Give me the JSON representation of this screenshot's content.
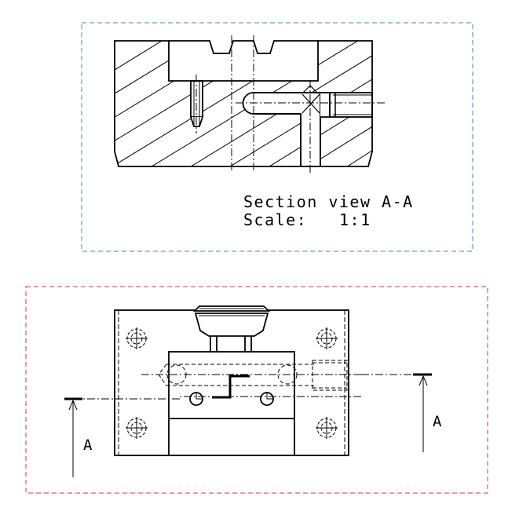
{
  "section_view": {
    "title": "Section view A-A",
    "scale_label": "Scale:",
    "scale_value": "1:1",
    "frame_color": "#4a86c8"
  },
  "top_view": {
    "frame_color": "#d9333f",
    "section_mark_left": "A",
    "section_mark_right": "A"
  },
  "colors": {
    "line": "#000000",
    "background": "#ffffff"
  }
}
